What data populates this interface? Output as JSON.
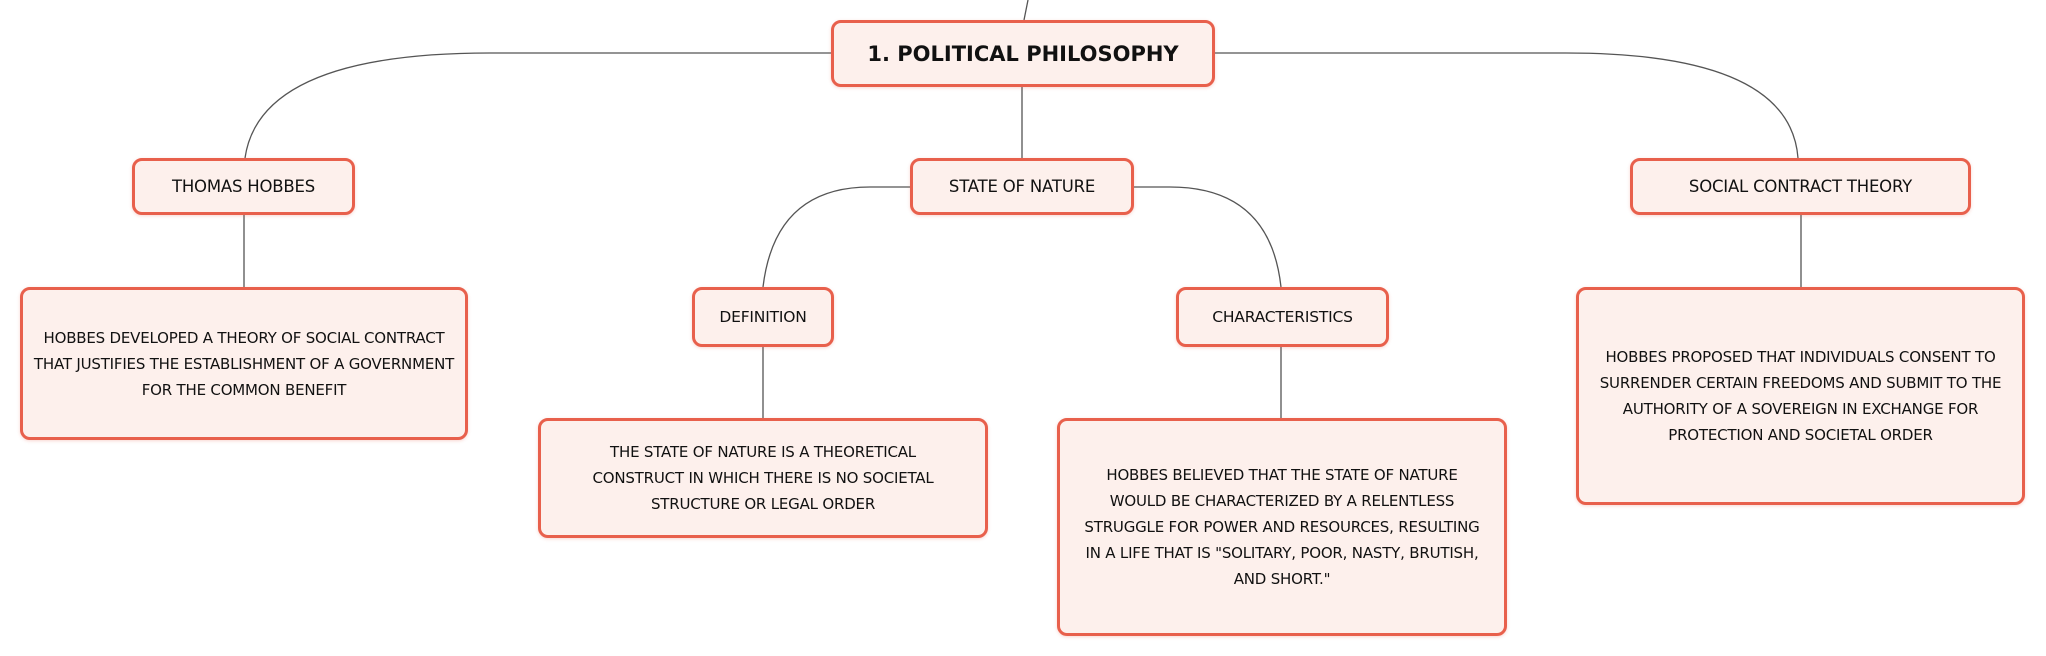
{
  "colors": {
    "border": "#e8604c",
    "fill": "#fdf0ec",
    "line": "#555555"
  },
  "mindmap": {
    "root": "1. POLITICAL PHILOSOPHY",
    "thomas_hobbes": {
      "label": "THOMAS HOBBES",
      "detail": "HOBBES DEVELOPED A THEORY OF SOCIAL CONTRACT THAT JUSTIFIES THE ESTABLISHMENT OF A GOVERNMENT FOR THE COMMON BENEFIT"
    },
    "state_of_nature": {
      "label": "STATE OF NATURE",
      "definition": {
        "label": "DEFINITION",
        "detail": "THE STATE OF NATURE IS A THEORETICAL CONSTRUCT IN WHICH THERE IS NO SOCIETAL STRUCTURE OR LEGAL ORDER"
      },
      "characteristics": {
        "label": "CHARACTERISTICS",
        "detail": "HOBBES BELIEVED THAT THE STATE OF NATURE WOULD BE CHARACTERIZED BY A RELENTLESS STRUGGLE FOR POWER AND RESOURCES, RESULTING IN A LIFE THAT IS \"SOLITARY, POOR, NASTY, BRUTISH, AND SHORT.\""
      }
    },
    "social_contract_theory": {
      "label": "SOCIAL CONTRACT THEORY",
      "detail": "HOBBES PROPOSED THAT INDIVIDUALS CONSENT TO SURRENDER CERTAIN FREEDOMS AND SUBMIT TO THE AUTHORITY OF A SOVEREIGN IN EXCHANGE FOR PROTECTION AND SOCIETAL ORDER"
    }
  }
}
